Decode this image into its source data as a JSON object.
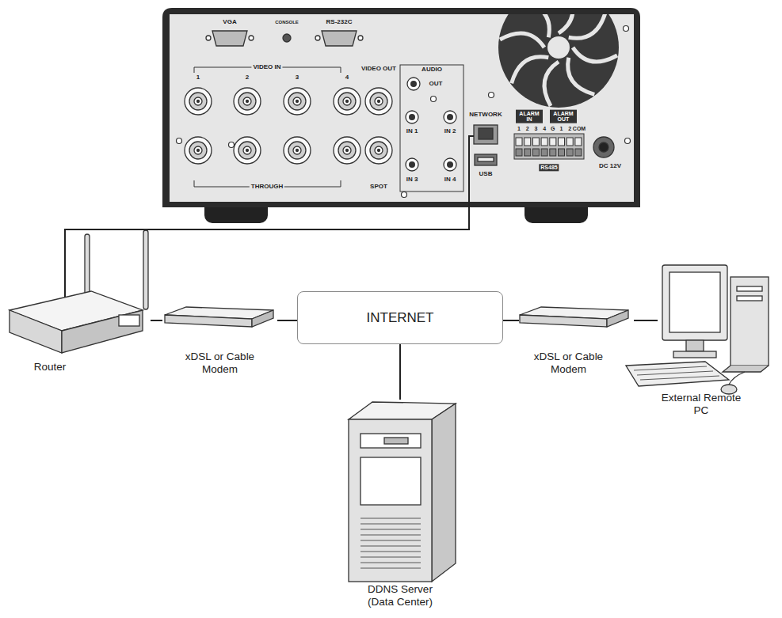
{
  "diagram": {
    "nodes": [
      {
        "text": [
          "Router"
        ]
      },
      {
        "text": [
          "xDSL or Cable Modem"
        ]
      },
      {
        "text": [
          "INTERNET"
        ]
      },
      {
        "text": [
          "xDSL or Cable Modem"
        ]
      },
      {
        "text": [
          "External Remote PC"
        ]
      },
      {
        "text": [
          "DDNS Server (Data Center)"
        ]
      }
    ],
    "edges": [
      {
        "from": 0,
        "to": 1,
        "arrow": "none"
      },
      {
        "from": 1,
        "to": 2,
        "arrow": "none"
      },
      {
        "from": 2,
        "to": 3,
        "arrow": "none"
      },
      {
        "from": 3,
        "to": 4,
        "arrow": "none"
      },
      {
        "from": 2,
        "to": 5,
        "arrow": "none"
      }
    ],
    "labels": [
      "VGA",
      "CONSOLE",
      "RS-232C",
      "VIDEO IN",
      "1",
      "2",
      "3",
      "4",
      "VIDEO OUT",
      "THROUGH",
      "SPOT",
      "AUDIO",
      "OUT",
      "IN 1",
      "IN 2",
      "IN 3",
      "IN 4",
      "NETWORK",
      "USB",
      "ALARM IN",
      "ALARM OUT",
      "1",
      "2",
      "3",
      "4",
      "G",
      "1",
      "2",
      "COM",
      "RS485",
      "DC 12V"
    ]
  }
}
